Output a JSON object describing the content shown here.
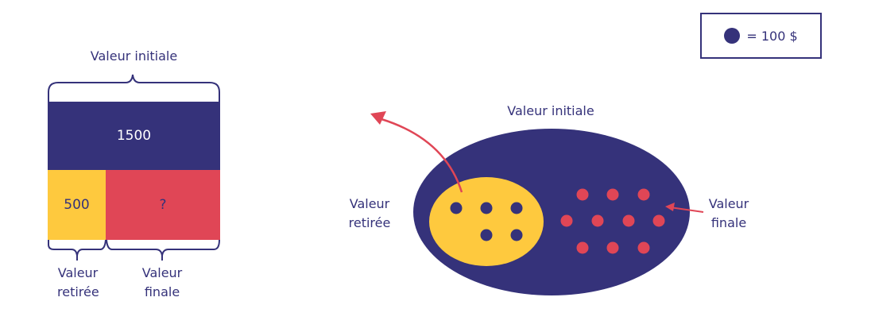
{
  "colors": {
    "navy": "#35327a",
    "yellow": "#fec93e",
    "red": "#e04656",
    "white": "#ffffff"
  },
  "legend": {
    "symbol": "navy-dot",
    "text": "= 100 $"
  },
  "bar_model": {
    "top_label": "Valeur initiale",
    "total_value": "1500",
    "removed_value": "500",
    "final_value": "?",
    "bottom_left_label_line1": "Valeur",
    "bottom_left_label_line2": "retirée",
    "bottom_right_label_line1": "Valeur",
    "bottom_right_label_line2": "finale"
  },
  "set_diagram": {
    "outer_label": "Valeur initiale",
    "left_label_line1": "Valeur",
    "left_label_line2": "retirée",
    "right_label_line1": "Valeur",
    "right_label_line2": "finale",
    "removed_dot_count": 5,
    "remaining_dot_count": 10
  }
}
